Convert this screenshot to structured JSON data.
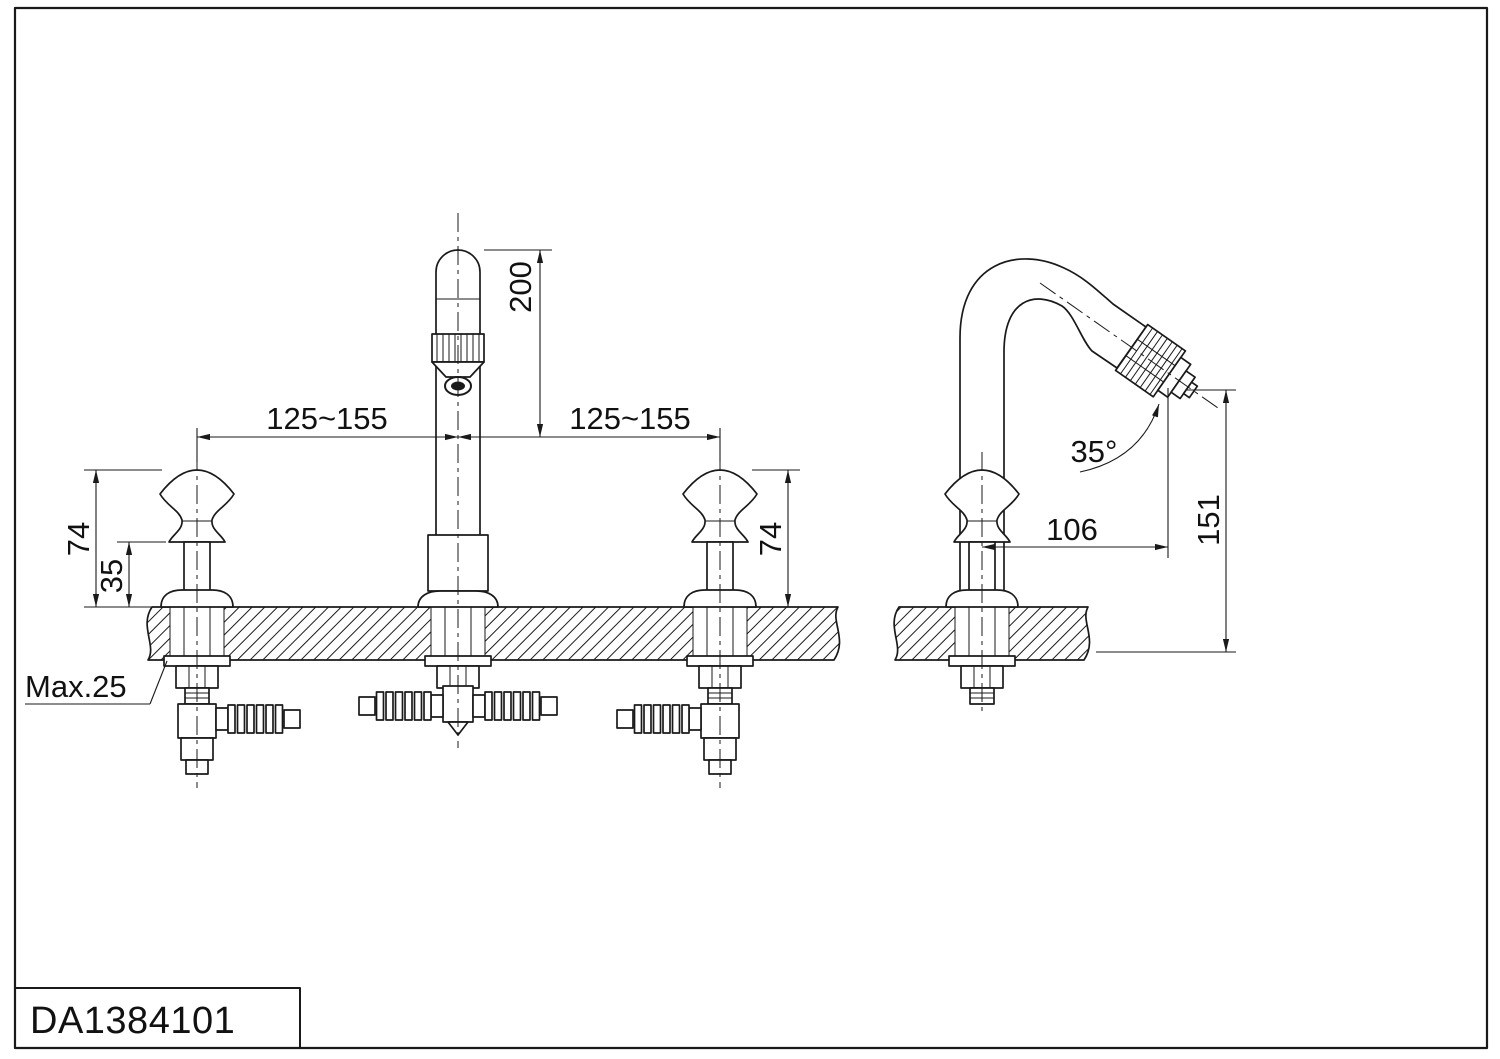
{
  "drawing": {
    "part_number": "DA1384101",
    "front_view": {
      "dim_spout_height": "200",
      "dim_spacing_left": "125~155",
      "dim_spacing_right": "125~155",
      "dim_handle_height_left": "74",
      "dim_handle_height_right": "74",
      "dim_body_height": "35",
      "dim_deck_thickness": "Max.25"
    },
    "side_view": {
      "dim_spout_angle": "35°",
      "dim_spout_reach": "106",
      "dim_outlet_height": "151"
    },
    "colors": {
      "line": "#1a1a1a",
      "background": "#ffffff"
    }
  }
}
